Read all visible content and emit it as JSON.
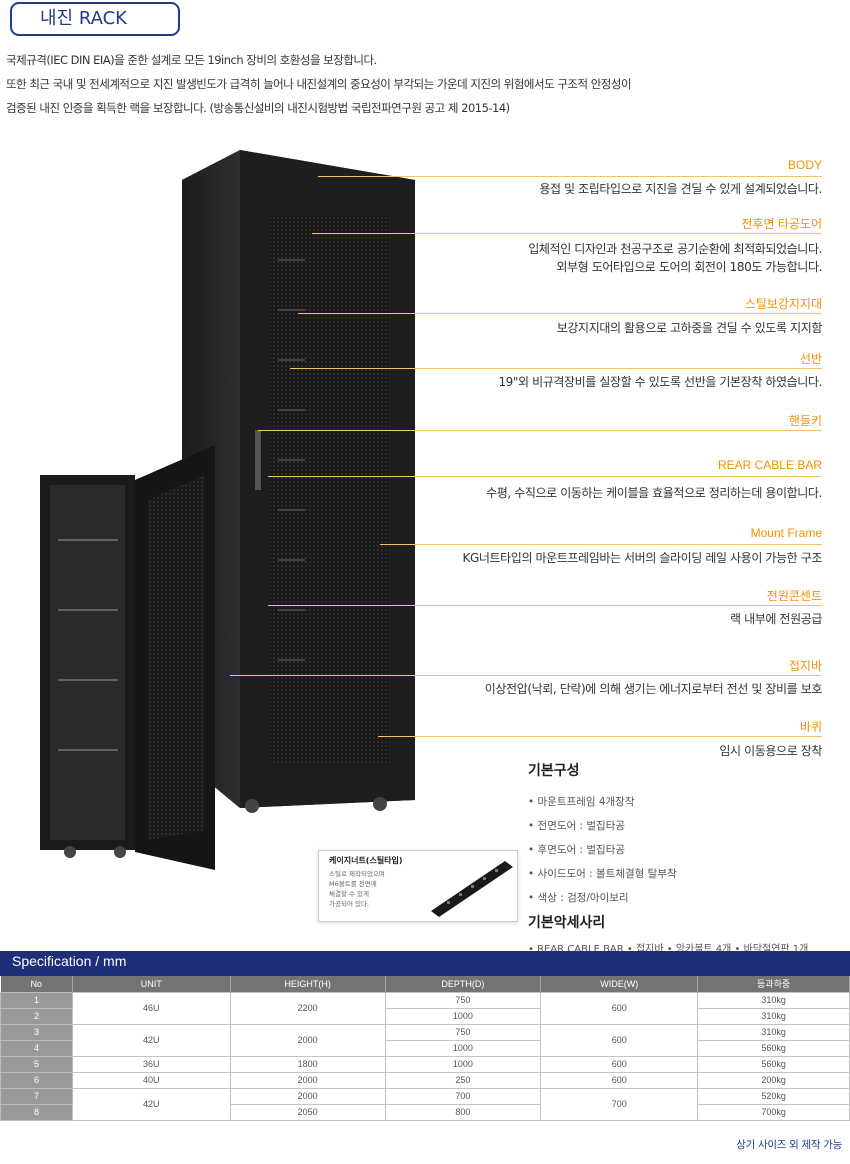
{
  "title": "내진 RACK",
  "intro": [
    "국제규격(IEC DIN EIA)을 준한 설계로 모든 19inch 장비의 호환성을 보장합니다.",
    "또한 최근 국내 및 전세계적으로 지진 발생빈도가 급격히 늘어나 내진설계의 중요성이 부각되는 가운데 지진의 위험에서도 구조적 안정성이",
    "검증된 내진 인증을 획득한 랙을 보장합니다. (방송통신설비의 내진시험방법 국립전파연구원 공고 제 2015-14)"
  ],
  "features": [
    {
      "title": "BODY",
      "desc": "용접 및 조립타입으로 지진을 견딜 수 있게 설계되었습니다."
    },
    {
      "title": "전후면 타공도어",
      "desc": "입체적인 디자인과 천공구조로 공기순환에 최적화되었습니다.",
      "desc2": "외부형 도어타입으로 도어의 회전이 180도 가능합니다."
    },
    {
      "title": "스틸보강지지대",
      "desc": "보강지지대의 활용으로 고하중을 견딜 수 있도록 지지함"
    },
    {
      "title": "선반",
      "desc": "19\"외 비규격장비를 실장할 수 있도록 선반을 기본장착 하였습니다."
    },
    {
      "title": "핸들키",
      "desc": ""
    },
    {
      "title": "REAR CABLE BAR",
      "desc": "수평, 수직으로 이동하는 케이블을 효율적으로 정리하는데 용이합니다."
    },
    {
      "title": "Mount Frame",
      "desc": "KG너트타입의 마운트프레임바는 서버의 슬라이딩 레일 사용이 가능한 구조"
    },
    {
      "title": "전원콘센트",
      "desc": "랙 내부에 전원공급"
    },
    {
      "title": "접지바",
      "desc": "이상전압(낙뢰, 단락)에 의해 생기는 에너지로부터 전선 및 장비를 보호"
    },
    {
      "title": "바퀴",
      "desc": "임시 이동용으로 장착"
    }
  ],
  "basic": {
    "heading": "기본구성",
    "items": [
      "• 마운트프레임 4개장착",
      "• 전면도어 : 벌집타공",
      "• 후면도어 : 벌집타공",
      "• 사이드도어 : 볼트체결형 탈부착",
      "• 색상 : 검정/아이보리"
    ],
    "acc_heading": "기본악세사리",
    "acc_text": "• REAR CABLE BAR  • 접지바 • 앙카볼트 4개 • 바닥절연판 1개"
  },
  "callout": {
    "title": "케이지너트(스틸타입)",
    "text": [
      "스틸로 제작되었으며",
      "M6볼트를 전면에",
      "체결할 수 있게",
      "가공되어 있다."
    ]
  },
  "spec": {
    "title": "Specification / mm",
    "headers": [
      "No",
      "UNIT",
      "HEIGHT(H)",
      "DEPTH(D)",
      "WIDE(W)",
      "등과하중"
    ],
    "rows": [
      {
        "no": "1",
        "unit": "46U",
        "height": "2200",
        "depth": "750",
        "wide": "600",
        "load": "310kg"
      },
      {
        "no": "2",
        "unit": "",
        "height": "",
        "depth": "1000",
        "wide": "",
        "load": "310kg"
      },
      {
        "no": "3",
        "unit": "42U",
        "height": "2000",
        "depth": "750",
        "wide": "600",
        "load": "310kg"
      },
      {
        "no": "4",
        "unit": "",
        "height": "",
        "depth": "1000",
        "wide": "",
        "load": "560kg"
      },
      {
        "no": "5",
        "unit": "36U",
        "height": "1800",
        "depth": "1000",
        "wide": "600",
        "load": "560kg"
      },
      {
        "no": "6",
        "unit": "40U",
        "height": "2000",
        "depth": "250",
        "wide": "600",
        "load": "200kg"
      },
      {
        "no": "7",
        "unit": "42U",
        "height": "2000",
        "depth": "700",
        "wide": "700",
        "load": "520kg"
      },
      {
        "no": "8",
        "unit": "",
        "height": "2050",
        "depth": "800",
        "wide": "",
        "load": "700kg"
      }
    ],
    "footnote": "상기 사이즈 외 제작 가능"
  },
  "colors": {
    "accent": "#f29100",
    "brand": "#233b8c",
    "band": "#1e2e7a"
  }
}
